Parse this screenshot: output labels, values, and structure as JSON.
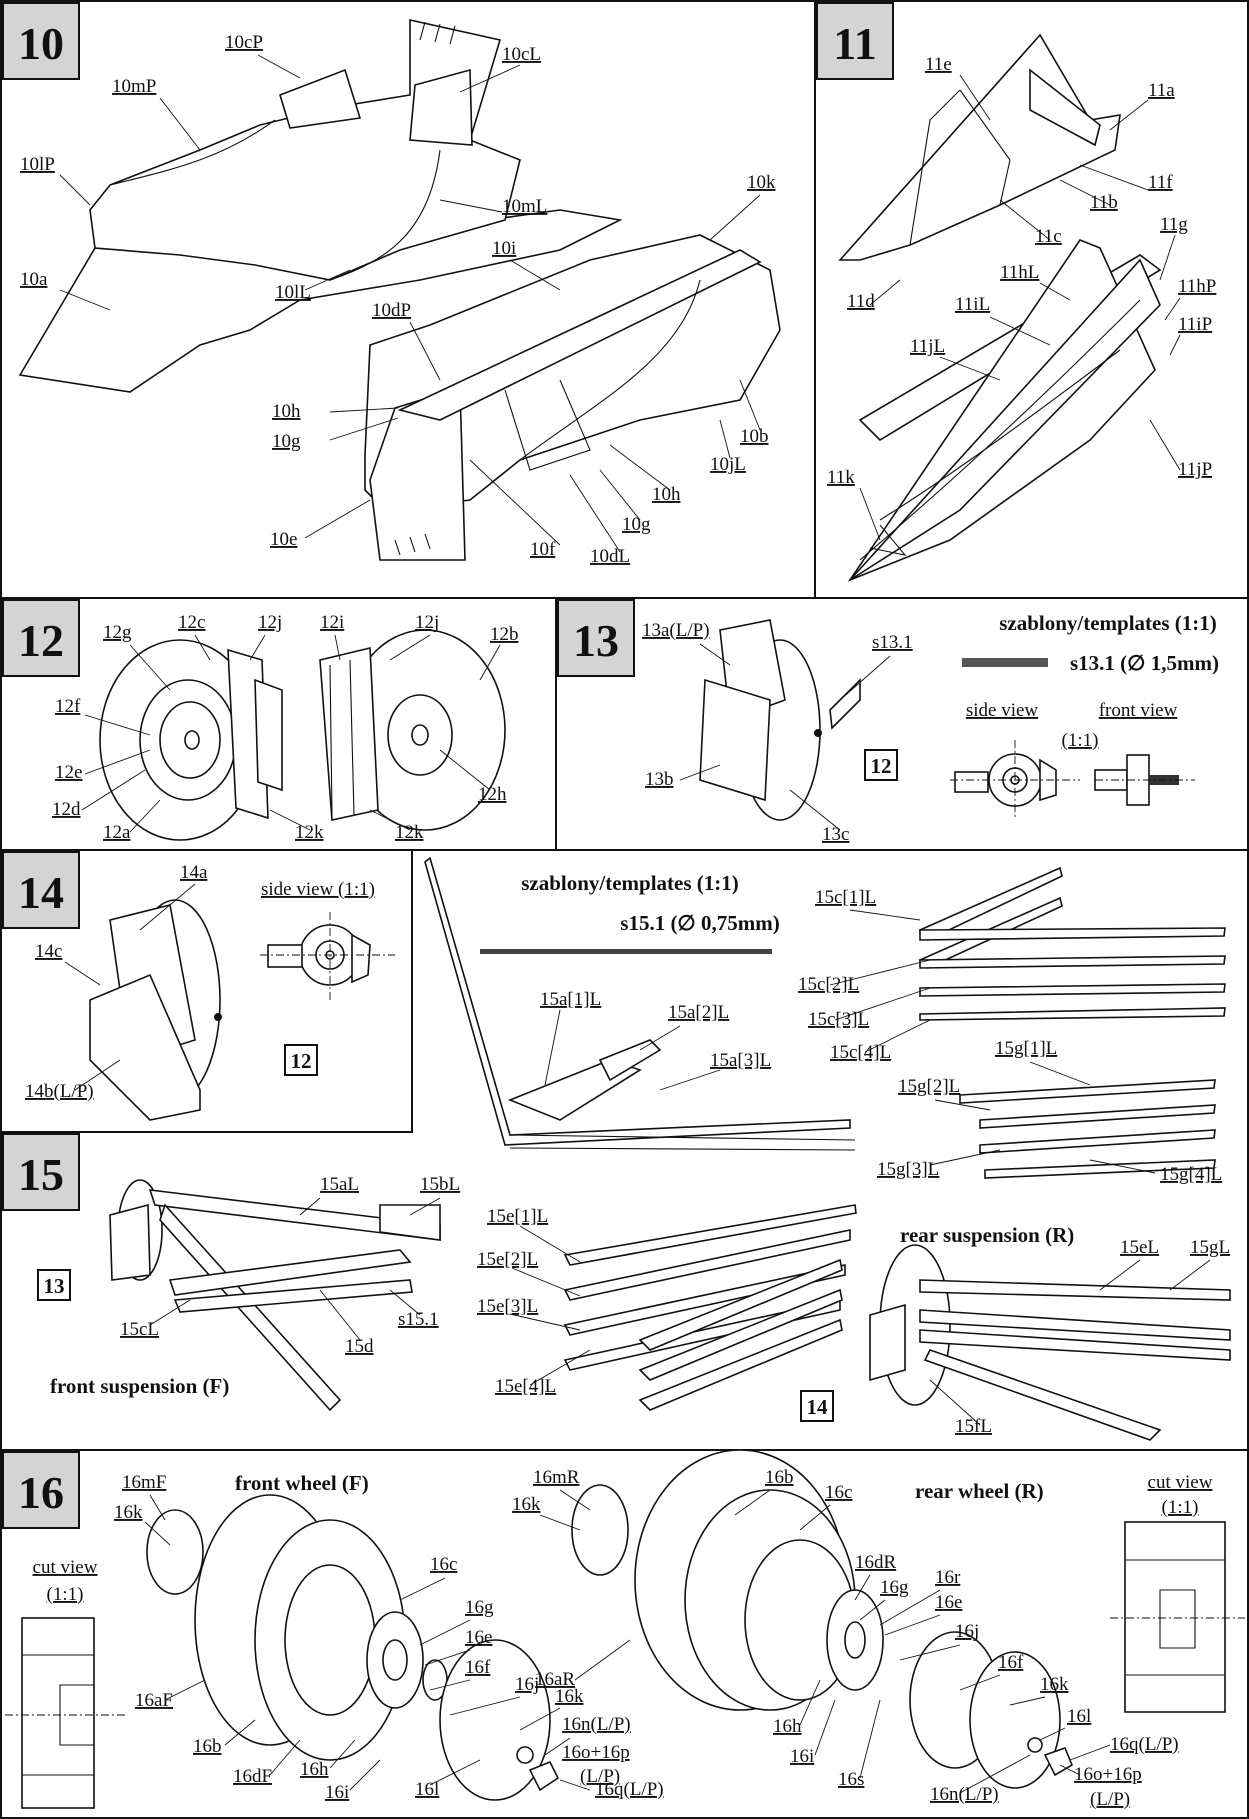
{
  "panels": {
    "p10": {
      "number": "10",
      "labels": [
        "10cP",
        "10cL",
        "10mP",
        "10lP",
        "10mL",
        "10a",
        "10lL",
        "10k",
        "10i",
        "10dP",
        "10h",
        "10g",
        "10e",
        "10f",
        "10dL",
        "10jL",
        "10b",
        "10h",
        "10g"
      ]
    },
    "p11": {
      "number": "11",
      "labels": [
        "11e",
        "11a",
        "11f",
        "11b",
        "11c",
        "11d",
        "11g",
        "11hL",
        "11hP",
        "11iL",
        "11iP",
        "11jL",
        "11jP",
        "11k"
      ]
    },
    "p12": {
      "number": "12",
      "labels": [
        "12g",
        "12c",
        "12j",
        "12i",
        "12j",
        "12b",
        "12f",
        "12e",
        "12d",
        "12a",
        "12k",
        "12k",
        "12h"
      ]
    },
    "p13": {
      "number": "13",
      "labels": [
        "13a(L/P)",
        "s13.1",
        "13b",
        "13c"
      ],
      "ref_box": "12",
      "templates_title": "szablony/templates (1:1)",
      "template_rod": "s13.1 (∅ 1,5mm)",
      "side_view": "side view",
      "front_view": "front view",
      "scale": "(1:1)"
    },
    "p14": {
      "number": "14",
      "labels": [
        "14a",
        "14c",
        "14b(L/P)"
      ],
      "side_view": "side view (1:1)",
      "ref_box": "12"
    },
    "p15": {
      "number": "15",
      "templates_title": "szablony/templates (1:1)",
      "template_rod": "s15.1 (∅ 0,75mm)",
      "labels": [
        "15aL",
        "15bL",
        "15cL",
        "15d",
        "s15.1",
        "15a[1]L",
        "15a[2]L",
        "15a[3]L",
        "15c[1]L",
        "15c[2]L",
        "15c[3]L",
        "15c[4]L",
        "15g[1]L",
        "15g[2]L",
        "15g[3]L",
        "15g[4]L",
        "15e[1]L",
        "15e[2]L",
        "15e[3]L",
        "15e[4]L",
        "15eL",
        "15gL",
        "15fL"
      ],
      "ref_box_front": "13",
      "ref_box_rear": "14",
      "front_caption": "front suspension (F)",
      "rear_caption": "rear suspension (R)"
    },
    "p16": {
      "number": "16",
      "front_title": "front wheel (F)",
      "rear_title": "rear wheel (R)",
      "cut_view": "cut view",
      "scale": "(1:1)",
      "front_labels": [
        "16mF",
        "16k",
        "16c",
        "16g",
        "16e",
        "16f",
        "16aF",
        "16j",
        "16k",
        "16b",
        "16dF",
        "16h",
        "16i",
        "16l",
        "16n(L/P)",
        "16o+16p",
        "(L/P)",
        "16q(L/P)"
      ],
      "rear_labels": [
        "16mR",
        "16b",
        "16k",
        "16c",
        "16dR",
        "16g",
        "16r",
        "16e",
        "16aR",
        "16j",
        "16f",
        "16k",
        "16l",
        "16h",
        "16i",
        "16s",
        "16n(L/P)",
        "16q(L/P)",
        "16o+16p",
        "(L/P)"
      ]
    }
  }
}
